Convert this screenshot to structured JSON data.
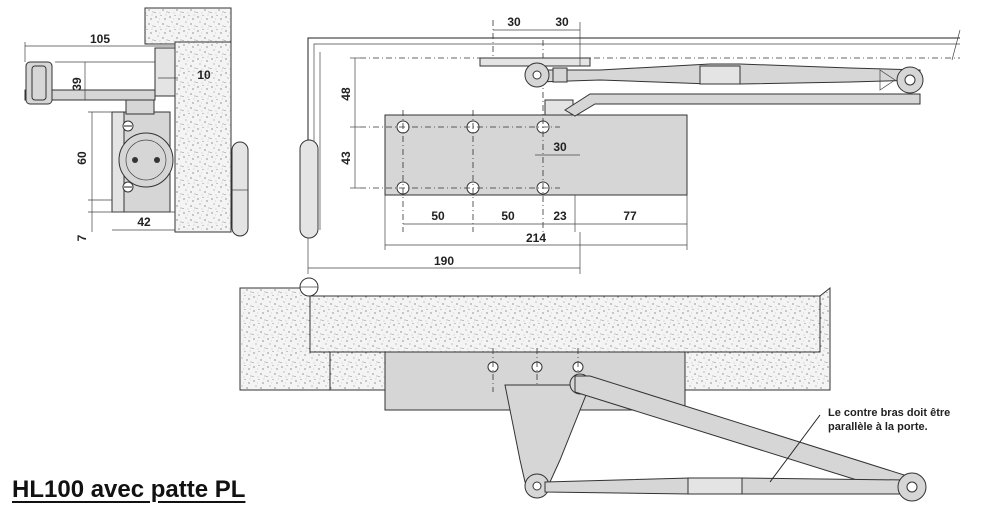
{
  "title": "HL100 avec patte PL",
  "note": {
    "line1": "Le contre bras doit être",
    "line2": "parallèle à la porte."
  },
  "dimensions": {
    "side_105": "105",
    "side_39": "39",
    "side_10": "10",
    "side_60": "60",
    "side_7": "7",
    "side_42": "42",
    "top_30a": "30",
    "top_30b": "30",
    "top_48": "48",
    "top_43": "43",
    "top_30c": "30",
    "top_50a": "50",
    "top_50b": "50",
    "top_23": "23",
    "top_77": "77",
    "top_214": "214",
    "top_190": "190"
  },
  "colors": {
    "part": "#d6d6d6",
    "line": "#222222",
    "background": "#ffffff"
  }
}
